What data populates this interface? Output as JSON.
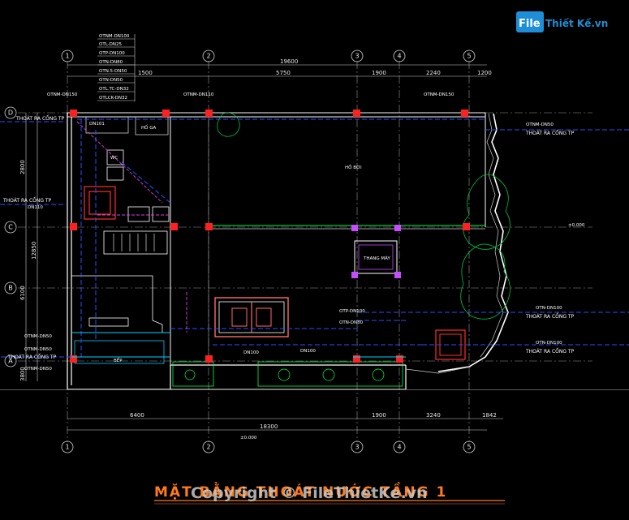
{
  "logo": {
    "icon_text": "File",
    "text": "Thiết Kế.vn",
    "color_icon": "#1e8fd6",
    "color_text": "#1e8fd6"
  },
  "title": "MẶT BẰNG THOÁT NƯỚC TẦNG 1",
  "watermark": "Copyright © FileThietKe.vn",
  "grid_top_labels": [
    "1",
    "2",
    "3",
    "4",
    "5"
  ],
  "grid_bottom_labels": [
    "1",
    "2",
    "3",
    "4",
    "5"
  ],
  "grid_left_labels": [
    "D",
    "C",
    "B",
    "A"
  ],
  "dims_top": {
    "total": "19600",
    "d1": "5750",
    "d2": "1900",
    "d3": "2240",
    "d4": "1200",
    "d0": "1500"
  },
  "dims_bottom": {
    "total": "18300",
    "d1": "6400",
    "d2": "1900",
    "d3": "3240",
    "d4": "1842"
  },
  "dims_left": {
    "a": "3800",
    "b": "12850",
    "c": "6100",
    "d": "2800"
  },
  "pipe_legend": [
    "OTNM-DN100",
    "OTL-DN25",
    "OTP-DN100",
    "OTN-DN80",
    "OTN.5-DN50",
    "OTN-DN50",
    "OTL.TC-DN32",
    "OTLCK-DN32"
  ],
  "labels": {
    "otnm_left": "OTNM-DN150",
    "otnm_mid": "OTNM-DN110",
    "otnm_right": "OTNM-DN150",
    "thoat_ra_cong_top_left": "THOÁT RA CỐNG TP",
    "thoat_ra_cong_left": "THOÁT RA CỐNG TP",
    "dn_left": "DN110",
    "right_top_pipe": "OTNM-DN50",
    "right_top_thoat": "THOÁT RA CỐNG TP",
    "right_mid_pipe": "OTN-DN100",
    "right_mid_thoat": "THOÁT RA CỐNG TP",
    "right_low_pipe": "OTN-DN100",
    "right_low_thoat": "THOÁT RA CỐNG TP",
    "elev_right": "±0.000",
    "elev_bottom": "±0.000",
    "left_low_pipe": "OTNM-DN50",
    "left_low_2": "OTNM-DN50",
    "left_low_3": "THOÁT RA CỐNG TP",
    "left_low_4": "OTNM-DN50",
    "otp_center": "OTP-DN100",
    "otn_center": "OTN-DN80",
    "dn_bottom1": "DN100",
    "dn_bottom2": "DN100",
    "thang_may": "THANG MÁY",
    "ho_bai": "HỒ BƠI",
    "bep": "BẾP",
    "ho_ga": "HỐ GA",
    "wc": "WC",
    "dt": "DN101"
  }
}
